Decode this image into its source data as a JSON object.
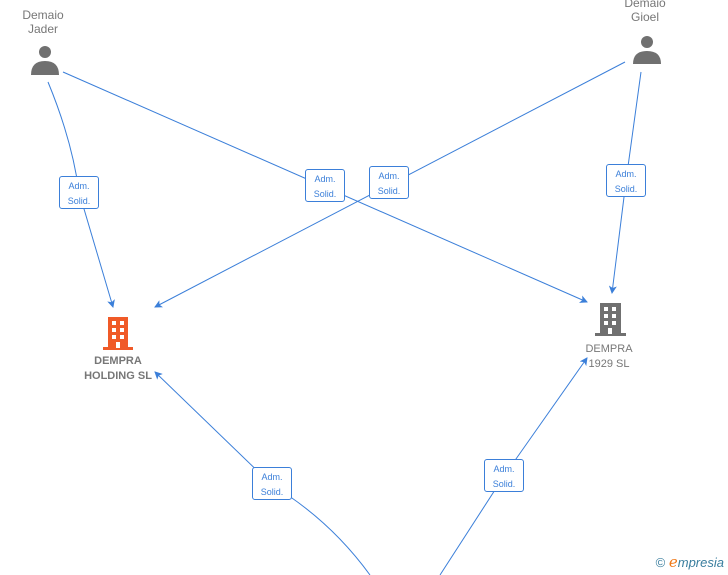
{
  "persons": [
    {
      "first": "Demaio",
      "last": "Jader"
    },
    {
      "first": "Demaio",
      "last": "Gioel"
    }
  ],
  "companies": [
    {
      "line1": "DEMPRA",
      "line2": "HOLDING  SL",
      "color": "#f05a28"
    },
    {
      "line1": "DEMPRA",
      "line2": "1929  SL",
      "color": "#707070"
    }
  ],
  "edges": [
    {
      "l1": "Adm.",
      "l2": "Solid."
    },
    {
      "l1": "Adm.",
      "l2": "Solid."
    },
    {
      "l1": "Adm.",
      "l2": "Solid."
    },
    {
      "l1": "Adm.",
      "l2": "Solid."
    },
    {
      "l1": "Adm.",
      "l2": "Solid."
    },
    {
      "l1": "Adm.",
      "l2": "Solid."
    }
  ],
  "footer": {
    "copyright": "©",
    "brand_initial": "e",
    "brand_rest": "mpresia"
  },
  "colors": {
    "edge": "#3b7fd9"
  }
}
